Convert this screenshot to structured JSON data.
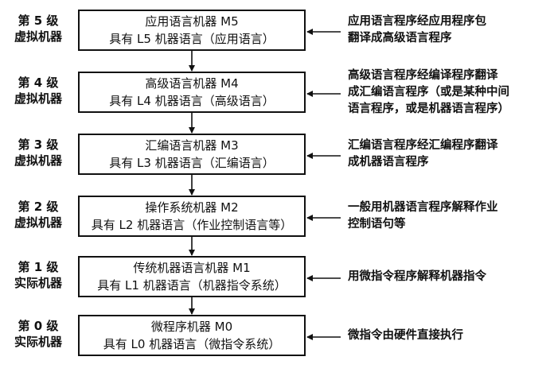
{
  "levels": [
    {
      "level_line1": "第 5 级",
      "level_line2": "虚拟机器",
      "machine_line1": "应用语言机器 M5",
      "machine_line2": "具有 L5 机器语言（应用语言）",
      "desc_lines": [
        "应用语言程序经应用程序包",
        "翻译成高级语言程序"
      ]
    },
    {
      "level_line1": "第 4 级",
      "level_line2": "虚拟机器",
      "machine_line1": "高级语言机器 M4",
      "machine_line2": "具有 L4 机器语言（高级语言）",
      "desc_lines": [
        "高级语言程序经编译程序翻译",
        "成汇编语言程序（或是某种中间",
        "语言程序，或是机器语言程序）"
      ]
    },
    {
      "level_line1": "第 3 级",
      "level_line2": "虚拟机器",
      "machine_line1": "汇编语言机器 M3",
      "machine_line2": "具有 L3 机器语言（汇编语言）",
      "desc_lines": [
        "汇编语言程序经汇编程序翻译",
        "成机器语言程序"
      ]
    },
    {
      "level_line1": "第 2 级",
      "level_line2": "虚拟机器",
      "machine_line1": "操作系统机器 M2",
      "machine_line2": "具有 L2 机器语言（作业控制语言等）",
      "desc_lines": [
        "一般用机器语言程序解释作业",
        "控制语句等"
      ]
    },
    {
      "level_line1": "第 1 级",
      "level_line2": "实际机器",
      "machine_line1": "传统机器语言机器 M1",
      "machine_line2": "具有 L1 机器语言（机器指令系统）",
      "desc_lines": [
        "用微指令程序解释机器指令"
      ]
    },
    {
      "level_line1": "第 0 级",
      "level_line2": "实际机器",
      "machine_line1": "微程序机器 M0",
      "machine_line2": "具有 L0 机器语言（微指令系统）",
      "desc_lines": [
        "微指令由硬件直接执行"
      ]
    }
  ]
}
